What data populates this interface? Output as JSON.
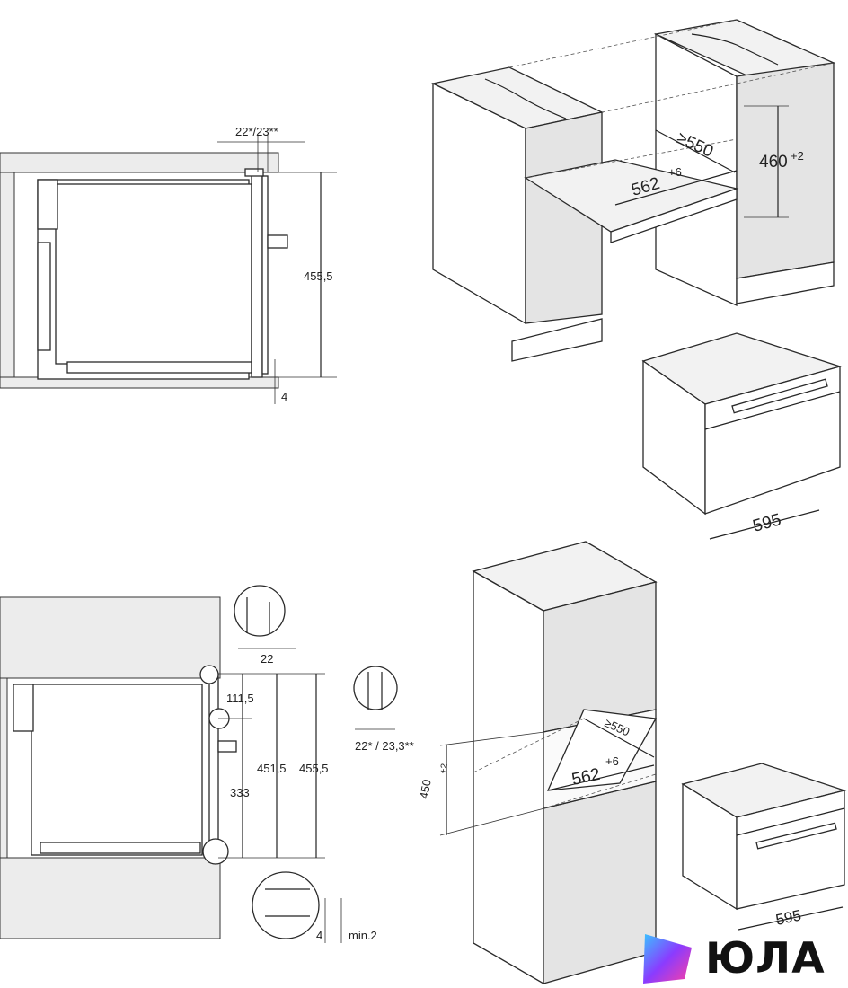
{
  "top_left_section": {
    "dim_gap": "22*/23**",
    "dim_height": "455,5",
    "dim_bottom": "4"
  },
  "top_right_section": {
    "dim_depth": "≥550",
    "dim_width": "562",
    "dim_width_tol": "+6",
    "dim_height": "460",
    "dim_height_tol": "+2",
    "dim_appliance_width": "595"
  },
  "bottom_left_section": {
    "dim_detail_top": "22",
    "dim_111": "111,5",
    "dim_333": "333",
    "dim_4515": "451,5",
    "dim_4555": "455,5",
    "dim_side_gap": "22* / 23,3**",
    "dim_bottom": "4",
    "dim_min": "min.2"
  },
  "bottom_right_section": {
    "dim_depth": "≥550",
    "dim_width": "562",
    "dim_width_tol": "+6",
    "dim_height": "450",
    "dim_height_tol": "+2",
    "dim_appliance_width": "595"
  },
  "brand": {
    "name": "ЮЛА",
    "colors": {
      "gradient_start": "#39c3ff",
      "gradient_mid": "#8a3cff",
      "gradient_end": "#ff3fa0"
    }
  }
}
